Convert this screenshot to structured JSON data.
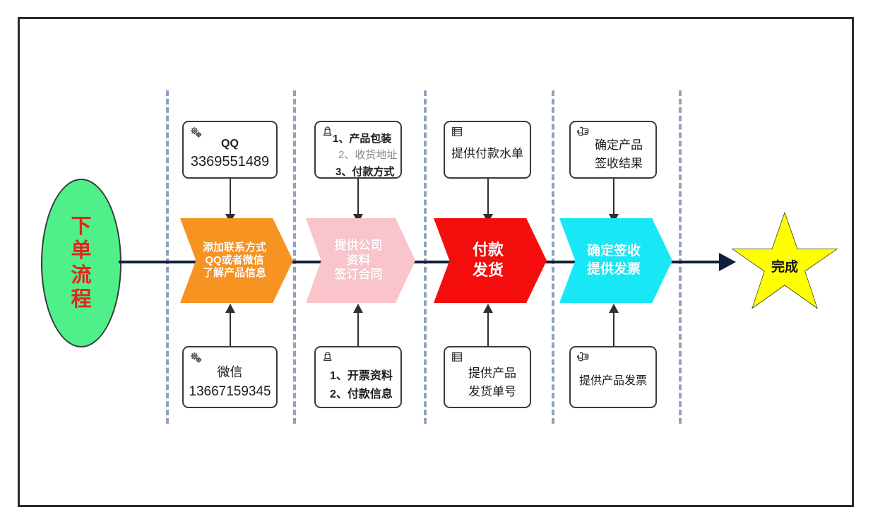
{
  "diagram": {
    "title": "下单流程",
    "start_node": {
      "label_chars": [
        "下",
        "单",
        "流",
        "程"
      ],
      "shape": "ellipse",
      "fill": "#4ff08a",
      "text_color": "#e8231a"
    },
    "end_node": {
      "label": "完成",
      "shape": "star",
      "fill": "#ffff00",
      "text_color": "#111111"
    },
    "stages": [
      {
        "id": "stage-1",
        "chevron": {
          "lines": [
            "添加联系方式",
            "QQ或者微信",
            "了解产品信息"
          ],
          "fill": "#f79321",
          "text_color": "#ffffff"
        },
        "top_box": {
          "icon": "gears-icon",
          "lines": [
            {
              "text": "QQ",
              "bold": true,
              "muted": false
            },
            {
              "text": "3369551489",
              "bold": false,
              "muted": false
            }
          ]
        },
        "bottom_box": {
          "icon": "gears-icon",
          "lines": [
            {
              "text": "微信",
              "bold": false,
              "muted": false
            },
            {
              "text": "13667159345",
              "bold": false,
              "muted": false
            }
          ]
        }
      },
      {
        "id": "stage-2",
        "chevron": {
          "lines": [
            "提供公司",
            "资料",
            "签订合同"
          ],
          "fill": "#f9c4ca",
          "text_color": "#ffffff"
        },
        "top_box": {
          "icon": "person-icon",
          "lines": [
            {
              "text": "1、产品包装",
              "bold": true,
              "muted": false
            },
            {
              "text": "2、收货地址",
              "bold": false,
              "muted": true
            },
            {
              "text": "3、付款方式",
              "bold": true,
              "muted": false
            }
          ]
        },
        "bottom_box": {
          "icon": "person-icon",
          "lines": [
            {
              "text": "1、开票资料",
              "bold": true,
              "muted": false
            },
            {
              "text": "2、付款信息",
              "bold": true,
              "muted": false
            }
          ]
        }
      },
      {
        "id": "stage-3",
        "chevron": {
          "lines": [
            "付款",
            "发货"
          ],
          "fill": "#f50d0d",
          "text_color": "#ffffff"
        },
        "top_box": {
          "icon": "list-document-icon",
          "lines": [
            {
              "text": "提供付款水单",
              "bold": false,
              "muted": false
            }
          ]
        },
        "bottom_box": {
          "icon": "list-document-icon",
          "lines": [
            {
              "text": "提供产品",
              "bold": false,
              "muted": false
            },
            {
              "text": "发货单号",
              "bold": false,
              "muted": false
            }
          ]
        }
      },
      {
        "id": "stage-4",
        "chevron": {
          "lines": [
            "确定签收",
            "提供发票"
          ],
          "fill": "#18e8f5",
          "text_color": "#ffffff"
        },
        "top_box": {
          "icon": "pointing-hand-icon",
          "lines": [
            {
              "text": "确定产品",
              "bold": false,
              "muted": false
            },
            {
              "text": "签收结果",
              "bold": false,
              "muted": false
            }
          ]
        },
        "bottom_box": {
          "icon": "pointing-hand-icon",
          "lines": [
            {
              "text": "提供产品发票",
              "bold": false,
              "muted": false
            }
          ]
        }
      }
    ],
    "colors": {
      "frame_border": "#2b2b2b",
      "divider": "#8fa3bb",
      "connector": "#10203c",
      "box_border": "#3a3a3a",
      "muted_text": "#8a8a8a"
    }
  }
}
